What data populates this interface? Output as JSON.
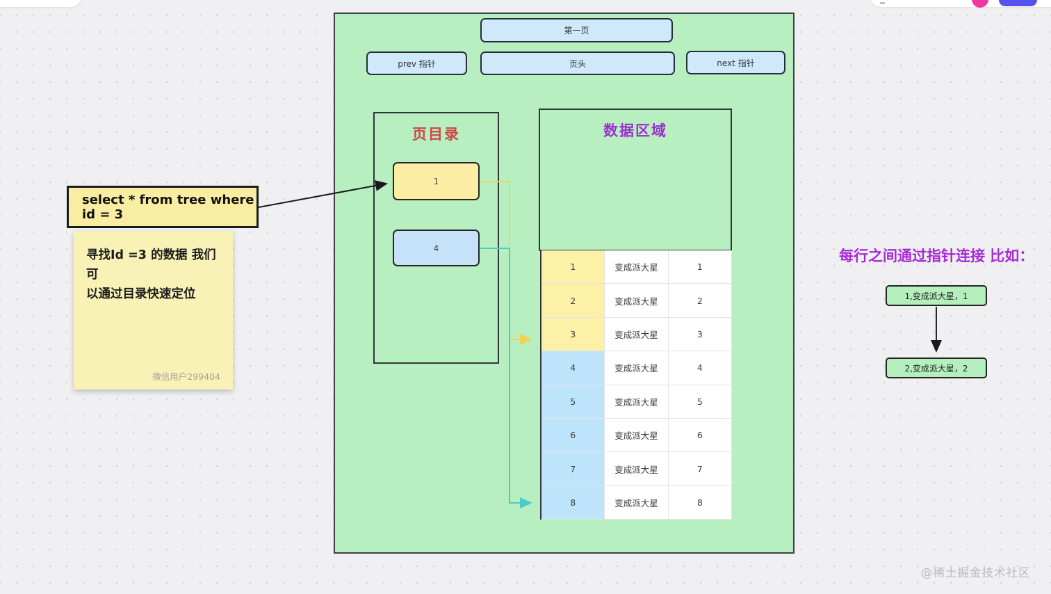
{
  "toolbar": {
    "avatar_color": "#f0399f",
    "share_button_color": "#5551ee"
  },
  "page_block": {
    "first_page_label": "第一页",
    "prev_label": "prev 指针",
    "header_label": "页头",
    "next_label": "next 指针"
  },
  "directory": {
    "title": "页目录",
    "entry_top": "1",
    "entry_bottom": "4"
  },
  "data_area": {
    "title": "数据区域",
    "rows": [
      {
        "id": "1",
        "name": "变成派大星",
        "value": "1",
        "highlight": "yellow"
      },
      {
        "id": "2",
        "name": "变成派大星",
        "value": "2",
        "highlight": "yellow"
      },
      {
        "id": "3",
        "name": "变成派大星",
        "value": "3",
        "highlight": "yellow"
      },
      {
        "id": "4",
        "name": "变成派大星",
        "value": "4",
        "highlight": "blue"
      },
      {
        "id": "5",
        "name": "变成派大星",
        "value": "5",
        "highlight": "blue"
      },
      {
        "id": "6",
        "name": "变成派大星",
        "value": "6",
        "highlight": "blue"
      },
      {
        "id": "7",
        "name": "变成派大星",
        "value": "7",
        "highlight": "blue"
      },
      {
        "id": "8",
        "name": "变成派大星",
        "value": "8",
        "highlight": "blue"
      }
    ]
  },
  "sql_note": {
    "text": "select * from tree where id = 3"
  },
  "sticky_note": {
    "lines": [
      "寻找Id =3 的数据 我们可",
      "以通过目录快速定位"
    ],
    "author": "微信用户299404"
  },
  "pointer_example": {
    "title": "每行之间通过指针连接 比如：",
    "node1": "1,变成派大星，1",
    "node2": "2,变成派大星，2"
  },
  "watermark": "@稀土掘金技术社区",
  "colors": {
    "container_green": "#b7efc1",
    "box_blue": "#cfe9fb",
    "entry_yellow": "#fbeda4",
    "entry_blue": "#c6e2f8",
    "title_red": "#cf4747",
    "title_purple": "#9d2fd2",
    "connector_yellow": "#f0d44f",
    "connector_cyan": "#4ec9c6"
  }
}
